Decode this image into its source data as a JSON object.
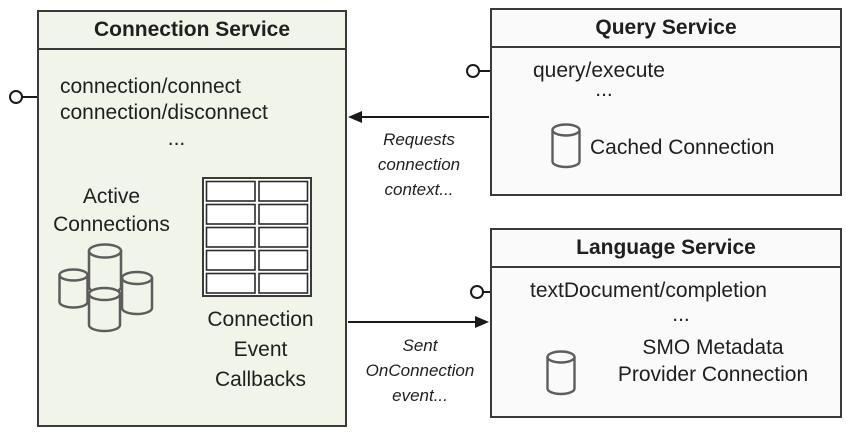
{
  "diagram": {
    "connection_service": {
      "title": "Connection Service",
      "method_1": "connection/connect",
      "method_2": "connection/disconnect",
      "ellipsis": "...",
      "active_connections": {
        "line_1": "Active",
        "line_2": "Connections"
      },
      "event_callbacks": {
        "line_1": "Connection",
        "line_2": "Event",
        "line_3": "Callbacks"
      }
    },
    "query_service": {
      "title": "Query Service",
      "method_1": "query/execute",
      "ellipsis": "...",
      "cache_label": "Cached Connection"
    },
    "language_service": {
      "title": "Language Service",
      "method_1": "textDocument/completion",
      "ellipsis": "...",
      "connection_label": {
        "line_1": "SMO Metadata",
        "line_2": "Provider Connection"
      }
    },
    "arrow_requests": {
      "line_1": "Requests",
      "line_2": "connection",
      "line_3": "context..."
    },
    "arrow_sent": {
      "line_1": "Sent",
      "line_2": "OnConnection",
      "line_3": "event..."
    }
  },
  "colors": {
    "canvas_bg": "#ffffff",
    "connection_box_fill": "#f1f4e9",
    "service_box_fill": "#fafafa",
    "box_border": "#3a3a3a",
    "text": "#1f1f1f",
    "connector": "#1a1a1a",
    "icon_gray": "#5d5d5d"
  }
}
